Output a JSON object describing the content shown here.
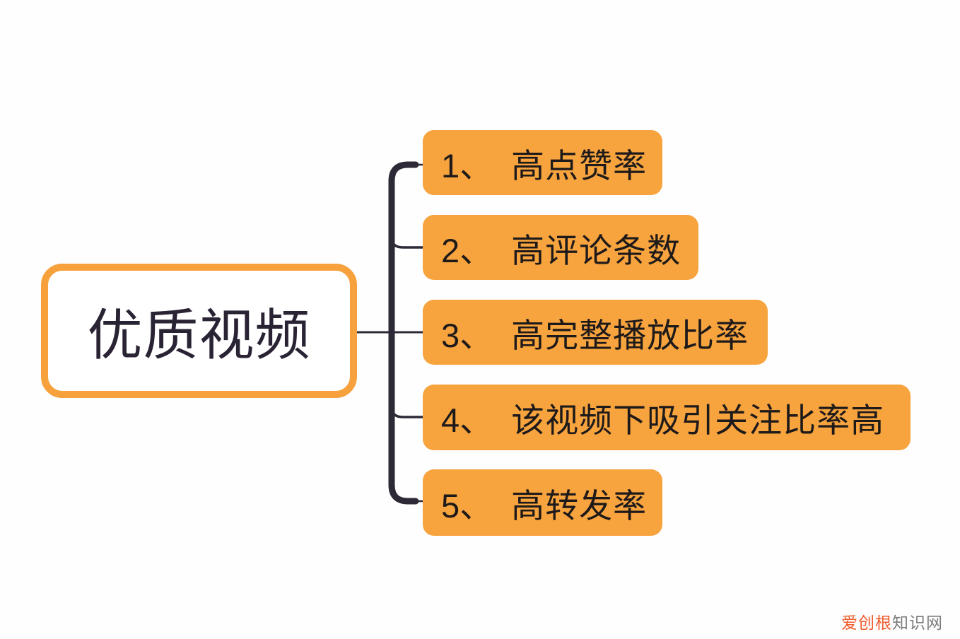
{
  "root": {
    "label": "优质视频"
  },
  "branches": [
    {
      "number": "1、",
      "label": "高点赞率"
    },
    {
      "number": "2、",
      "label": "高评论条数"
    },
    {
      "number": "3、",
      "label": "高完整播放比率"
    },
    {
      "number": "4、",
      "label": "该视频下吸引关注比率高"
    },
    {
      "number": "5、",
      "label": "高转发率"
    }
  ],
  "watermark": {
    "brand": "爱创根",
    "suffix": "知识网"
  },
  "colors": {
    "node_fill_orange": "#F7A33E",
    "root_border_orange": "#F6A13C",
    "connector_dark": "#2E2936",
    "node_text": "#1E1A1A",
    "root_text": "#2A2334",
    "watermark_brand": "#F05C2C",
    "watermark_suffix": "#7D7D7D",
    "background": "#FEFEFE"
  }
}
